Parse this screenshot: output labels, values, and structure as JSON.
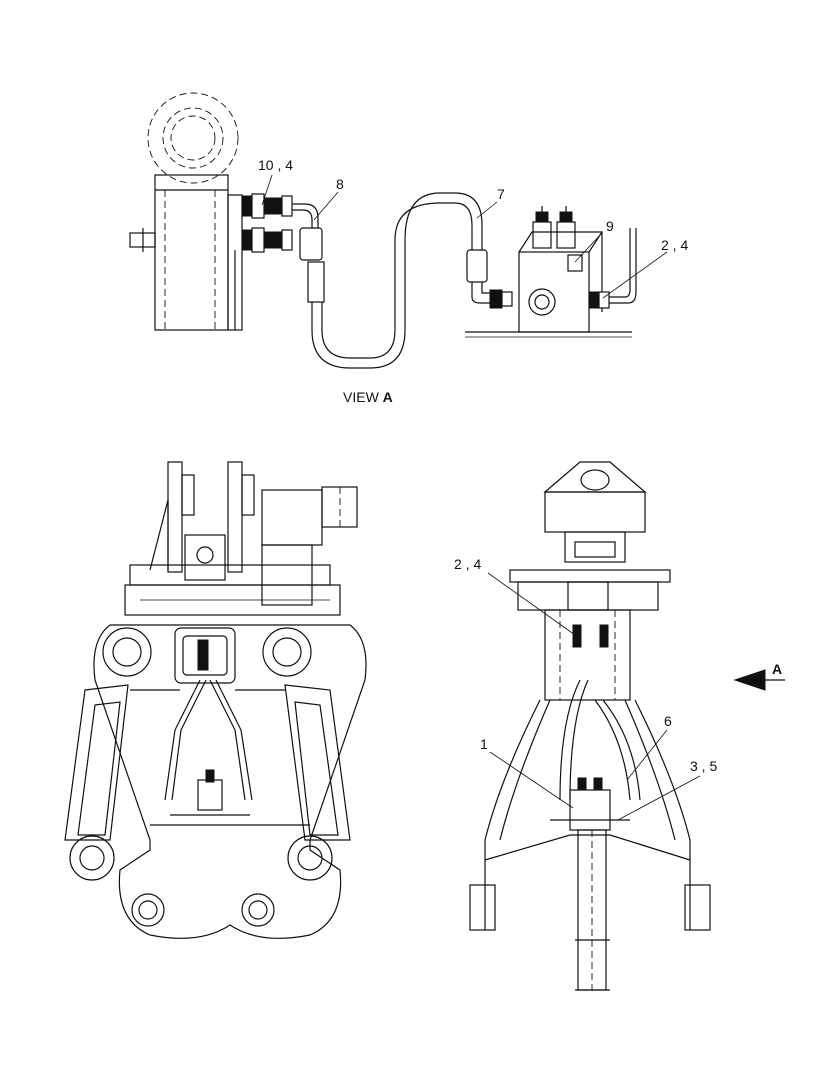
{
  "callouts": {
    "c10_4": "10 , 4",
    "c8": "8",
    "c7": "7",
    "c9": "9",
    "c2_4_top": "2 , 4",
    "c2_4_right": "2 , 4",
    "c1": "1",
    "c6": "6",
    "c3_5": "3 , 5",
    "cA": "A"
  },
  "view_caption": {
    "prefix": "VIEW",
    "letter": "A"
  }
}
